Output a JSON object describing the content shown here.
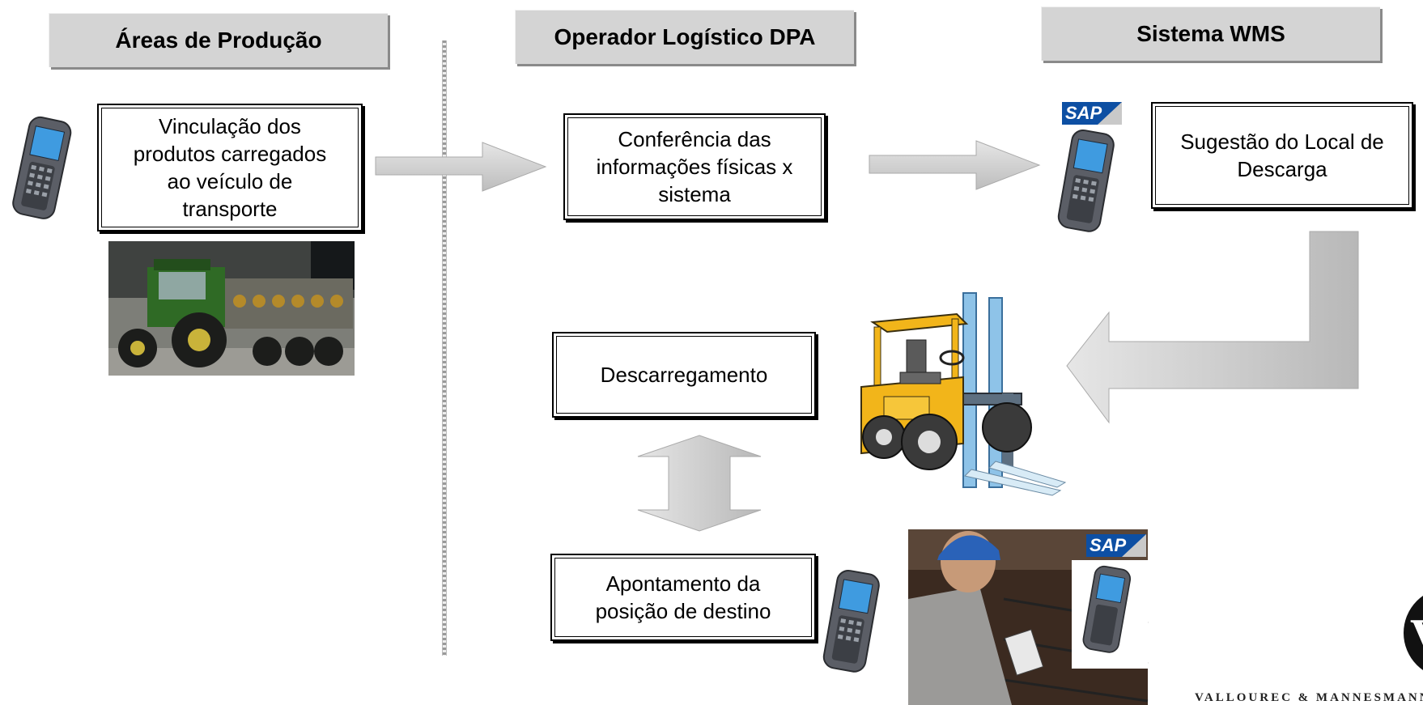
{
  "headers": {
    "areas_producao": "Áreas de Produção",
    "operador_logistico": "Operador Logístico DPA",
    "sistema_wms": "Sistema WMS"
  },
  "boxes": {
    "vinculacao": [
      "Vinculação dos",
      "produtos carregados",
      "ao veículo de",
      "transporte"
    ],
    "conferencia": [
      "Conferência das",
      "informações físicas x",
      "sistema"
    ],
    "sugestao": [
      "Sugestão do Local de",
      "Descarga"
    ],
    "descarregamento": [
      "Descarregamento"
    ],
    "apontamento": [
      "Apontamento da",
      "posição de destino"
    ]
  },
  "logos": {
    "sap": "SAP",
    "vm_text": "VALLOUREC & MANNESMANN"
  },
  "colors": {
    "header_bg": "#d4d4d4",
    "arrow_fill": "#d3d3d3",
    "sap_blue": "#0d4fa3"
  }
}
